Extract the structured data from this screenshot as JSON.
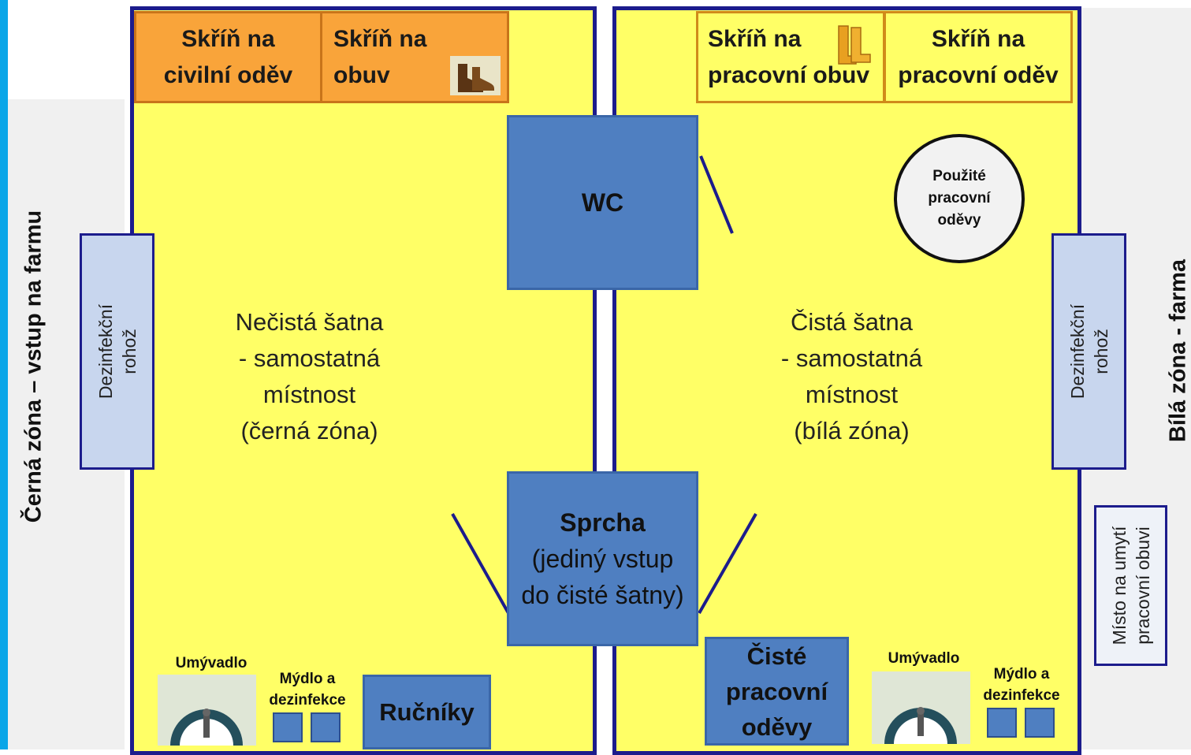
{
  "zones": {
    "left_label": "Černá zóna – vstup na farmu",
    "right_label": "Bílá zóna - farma"
  },
  "left_room": {
    "label_lines": [
      "Nečistá šatna",
      "- samostatná",
      "místnost",
      "(černá zóna)"
    ],
    "cabinet_civil": [
      "Skříň na",
      "civilní oděv"
    ],
    "cabinet_shoes": [
      "Skříň na",
      "obuv"
    ],
    "mat": [
      "Dezinfekční",
      "rohož"
    ],
    "sink": "Umývadlo",
    "soap": [
      "Mýdlo a",
      "dezinfekce"
    ],
    "towels": "Ručníky"
  },
  "right_room": {
    "label_lines": [
      "Čistá šatna",
      "- samostatná",
      "místnost",
      "(bílá zóna)"
    ],
    "cabinet_work_shoes": [
      "Skříň na",
      "pracovní obuv"
    ],
    "cabinet_work_clothes": [
      "Skříň na",
      "pracovní oděv"
    ],
    "used_clothes": [
      "Použité",
      "pracovní",
      "oděvy"
    ],
    "mat": [
      "Dezinfekční",
      "rohož"
    ],
    "clean_clothes": [
      "Čisté",
      "pracovní",
      "oděvy"
    ],
    "sink": "Umývadlo",
    "soap": [
      "Mýdlo a",
      "dezinfekce"
    ],
    "shoe_wash": [
      "Místo na umytí",
      "pracovní obuvi"
    ]
  },
  "center": {
    "wc": "WC",
    "shower": [
      "Sprcha",
      "(jediný vstup",
      "do čisté šatny)"
    ]
  },
  "colors": {
    "room_fill": "#ffff66",
    "wall": "#1c1c8c",
    "blue_box": "#4f7fc1",
    "orange_cabinet": "#f9a43a",
    "mat": "#c8d6ee",
    "edge": "#0aa6e8"
  },
  "icons": [
    "boot-icon",
    "rubber-boot-icon",
    "sink-icon"
  ]
}
